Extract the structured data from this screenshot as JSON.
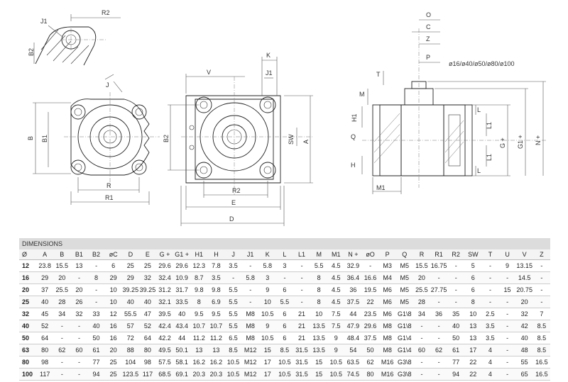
{
  "drawing": {
    "top_left": {
      "r2": "R2",
      "j1": "J1",
      "b2": "B2"
    },
    "front_view": {
      "j": "J",
      "b": "B",
      "b1": "B1",
      "r": "R",
      "r1": "R1"
    },
    "middle_view": {
      "k": "K",
      "v": "V",
      "j1": "J1",
      "b2": "B2",
      "sw": "SW",
      "a": "A",
      "r2": "R2",
      "e": "E",
      "d": "D"
    },
    "side_view": {
      "o": "O",
      "c": "C",
      "z": "Z",
      "p": "P",
      "bore_note": "ø16/ø40/ø50/ø80/ø100",
      "t": "T",
      "m": "M",
      "h1": "H1",
      "q": "Q",
      "h": "H",
      "m1": "M1",
      "l": "L",
      "l1": "L1",
      "g_plus": "G +",
      "g1_plus": "G1 +",
      "n_plus": "N +"
    }
  },
  "table": {
    "caption": "DIMENSIONS",
    "headers": [
      "Ø",
      "A",
      "B",
      "B1",
      "B2",
      "øC",
      "D",
      "E",
      "G +",
      "G1 +",
      "H1",
      "H",
      "J",
      "J1",
      "K",
      "L",
      "L1",
      "M",
      "M1",
      "N +",
      "øO",
      "P",
      "Q",
      "R",
      "R1",
      "R2",
      "SW",
      "T",
      "U",
      "V",
      "Z"
    ],
    "rows": [
      [
        "12",
        "23.8",
        "15.5",
        "13",
        "-",
        "6",
        "25",
        "25",
        "29.6",
        "29.6",
        "12.3",
        "7.8",
        "3.5",
        "-",
        "5.8",
        "3",
        "-",
        "5.5",
        "4.5",
        "32.9",
        "-",
        "M3",
        "M5",
        "15.5",
        "16.75",
        "-",
        "5",
        "-",
        "9",
        "13.15",
        "-"
      ],
      [
        "16",
        "29",
        "20",
        "-",
        "8",
        "29",
        "29",
        "32",
        "32.4",
        "10.9",
        "8.7",
        "3.5",
        "-",
        "5.8",
        "3",
        "-",
        "-",
        "8",
        "4.5",
        "36.4",
        "16.6",
        "M4",
        "M5",
        "20",
        "-",
        "-",
        "6",
        "-",
        "-",
        "14.5",
        "-"
      ],
      [
        "20",
        "37",
        "25.5",
        "20",
        "-",
        "10",
        "39.25",
        "39.25",
        "31.2",
        "31.7",
        "9.8",
        "9.8",
        "5.5",
        "-",
        "9",
        "6",
        "-",
        "8",
        "4.5",
        "36",
        "19.5",
        "M6",
        "M5",
        "25.5",
        "27.75",
        "-",
        "6",
        "-",
        "15",
        "20.75",
        "-"
      ],
      [
        "25",
        "40",
        "28",
        "26",
        "-",
        "10",
        "40",
        "40",
        "32.1",
        "33.5",
        "8",
        "6.9",
        "5.5",
        "-",
        "10",
        "5.5",
        "-",
        "8",
        "4.5",
        "37.5",
        "22",
        "M6",
        "M5",
        "28",
        "-",
        "-",
        "8",
        "-",
        "-",
        "20",
        "-"
      ],
      [
        "32",
        "45",
        "34",
        "32",
        "33",
        "12",
        "55.5",
        "47",
        "39.5",
        "40",
        "9.5",
        "9.5",
        "5.5",
        "M8",
        "10.5",
        "6",
        "21",
        "10",
        "7.5",
        "44",
        "23.5",
        "M6",
        "G1\\8",
        "34",
        "36",
        "35",
        "10",
        "2.5",
        "-",
        "32",
        "7"
      ],
      [
        "40",
        "52",
        "-",
        "-",
        "40",
        "16",
        "57",
        "52",
        "42.4",
        "43.4",
        "10.7",
        "10.7",
        "5.5",
        "M8",
        "9",
        "6",
        "21",
        "13.5",
        "7.5",
        "47.9",
        "29.6",
        "M8",
        "G1\\8",
        "-",
        "-",
        "40",
        "13",
        "3.5",
        "-",
        "42",
        "8.5"
      ],
      [
        "50",
        "64",
        "-",
        "-",
        "50",
        "16",
        "72",
        "64",
        "42.2",
        "44",
        "11.2",
        "11.2",
        "6.5",
        "M8",
        "10.5",
        "6",
        "21",
        "13.5",
        "9",
        "48.4",
        "37.5",
        "M8",
        "G1\\4",
        "-",
        "-",
        "50",
        "13",
        "3.5",
        "-",
        "40",
        "8.5"
      ],
      [
        "63",
        "80",
        "62",
        "60",
        "61",
        "20",
        "88",
        "80",
        "49.5",
        "50.1",
        "13",
        "13",
        "8.5",
        "M12",
        "15",
        "8.5",
        "31.5",
        "13.5",
        "9",
        "54",
        "50",
        "M8",
        "G1\\4",
        "60",
        "62",
        "61",
        "17",
        "4",
        "-",
        "48",
        "8.5"
      ],
      [
        "80",
        "98",
        "-",
        "-",
        "77",
        "25",
        "104",
        "98",
        "57.5",
        "58.1",
        "16.2",
        "16.2",
        "10.5",
        "M12",
        "17",
        "10.5",
        "31.5",
        "15",
        "10.5",
        "63.5",
        "62",
        "M16",
        "G3\\8",
        "-",
        "-",
        "77",
        "22",
        "4",
        "-",
        "55",
        "16.5"
      ],
      [
        "100",
        "117",
        "-",
        "-",
        "94",
        "25",
        "123.5",
        "117",
        "68.5",
        "69.1",
        "20.3",
        "20.3",
        "10.5",
        "M12",
        "17",
        "10.5",
        "31.5",
        "15",
        "10.5",
        "74.5",
        "80",
        "M16",
        "G3\\8",
        "-",
        "-",
        "94",
        "22",
        "4",
        "-",
        "65",
        "16.5"
      ]
    ]
  }
}
